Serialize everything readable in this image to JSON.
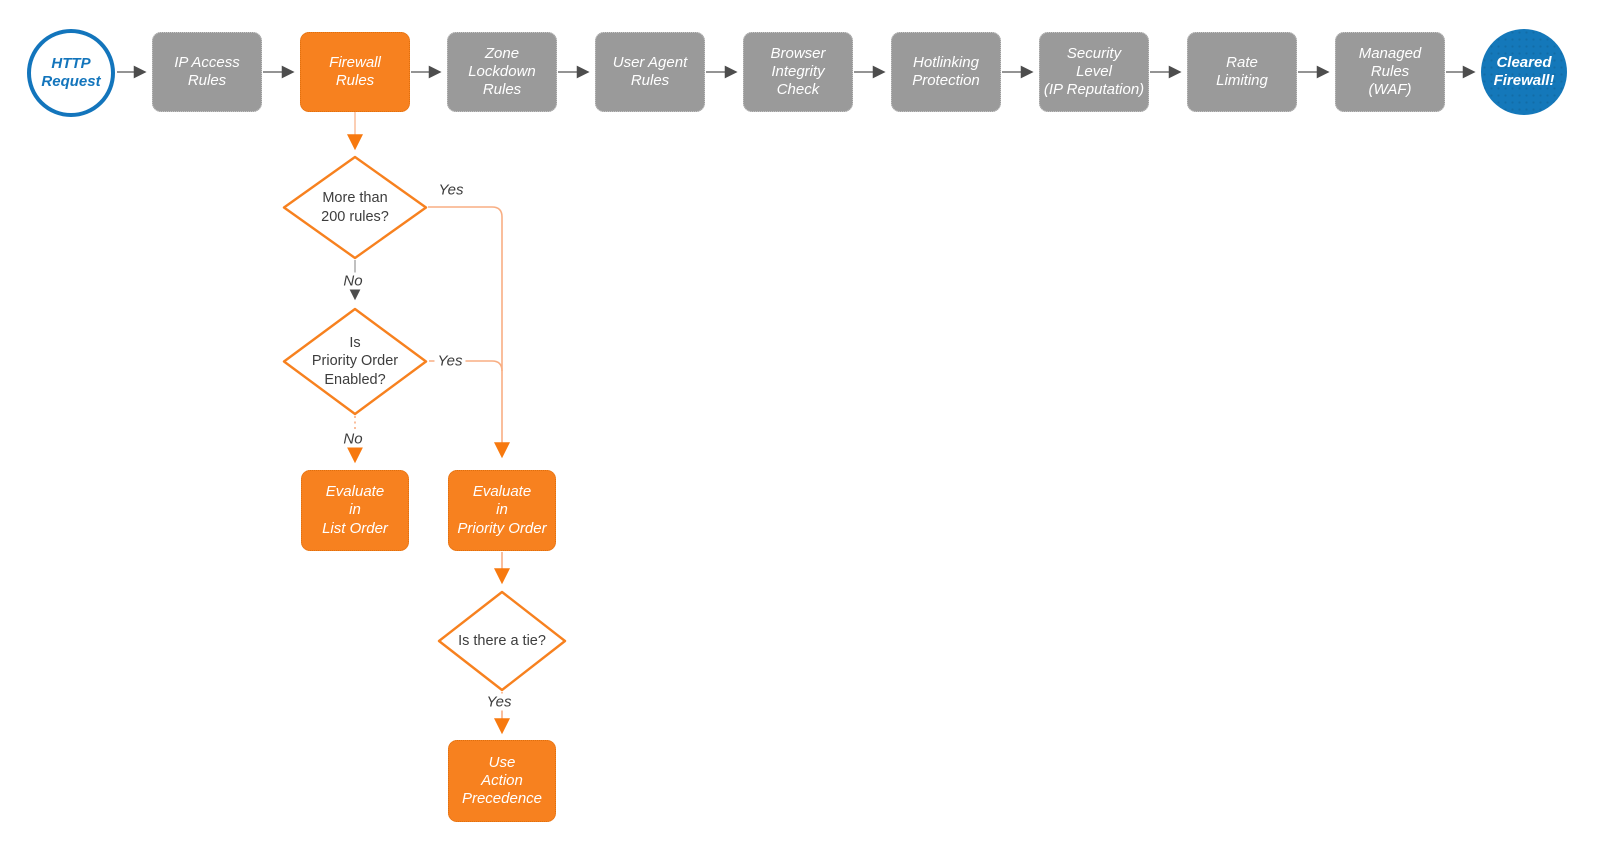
{
  "flow": {
    "start": {
      "label": "HTTP\nRequest"
    },
    "stages": [
      {
        "id": "ip-access-rules",
        "label": "IP Access\nRules"
      },
      {
        "id": "firewall-rules",
        "label": "Firewall\nRules",
        "highlight": true
      },
      {
        "id": "zone-lockdown-rules",
        "label": "Zone\nLockdown\nRules"
      },
      {
        "id": "user-agent-rules",
        "label": "User Agent\nRules"
      },
      {
        "id": "browser-integrity-check",
        "label": "Browser\nIntegrity\nCheck"
      },
      {
        "id": "hotlinking-protection",
        "label": "Hotlinking\nProtection"
      },
      {
        "id": "security-level",
        "label": "Security\nLevel\n(IP Reputation)"
      },
      {
        "id": "rate-limiting",
        "label": "Rate\nLimiting"
      },
      {
        "id": "managed-rules-waf",
        "label": "Managed\nRules\n(WAF)"
      }
    ],
    "end": {
      "label": "Cleared\nFirewall!"
    }
  },
  "branch": {
    "more_than_200_rules": {
      "question": "More than\n200 rules?",
      "yes_label": "Yes",
      "no_label": "No"
    },
    "priority_order_enabled": {
      "question": "Is\nPriority Order\nEnabled?",
      "yes_label": "Yes",
      "no_label": "No"
    },
    "evaluate_list_order": {
      "label": "Evaluate\nin\nList Order"
    },
    "evaluate_priority_order": {
      "label": "Evaluate\nin\nPriority Order"
    },
    "tie": {
      "question": "Is there a tie?",
      "yes_label": "Yes"
    },
    "use_action_precedence": {
      "label": "Use\nAction\nPrecedence"
    }
  },
  "colors": {
    "node_orange": "#f7811f",
    "node_gray": "#9a9a9a",
    "start_circle_stroke": "#1375bc",
    "end_circle_fill": "#1478ba",
    "node_text": "#ffffff",
    "decision_text": "#3d3d3d",
    "connector_gray": "#707070",
    "connector_gray_arrow": "#4d4d4d",
    "connector_orange_light": "#f8ae83",
    "connector_orange_arrow": "#f7790f",
    "background": "#ffffff"
  }
}
